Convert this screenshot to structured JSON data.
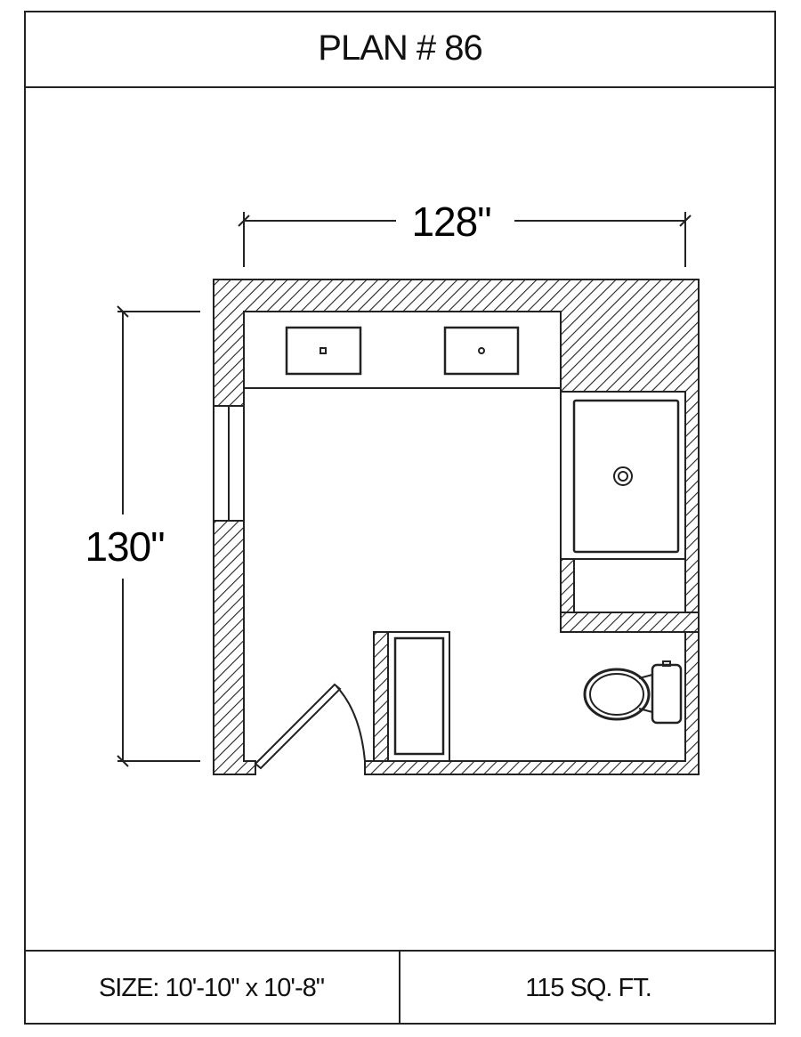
{
  "title": "PLAN # 86",
  "dimensions": {
    "width": "128\"",
    "height": "130\""
  },
  "footer": {
    "size": "SIZE:  10'-10\" x 10'-8\"",
    "area": "115 SQ. FT."
  }
}
